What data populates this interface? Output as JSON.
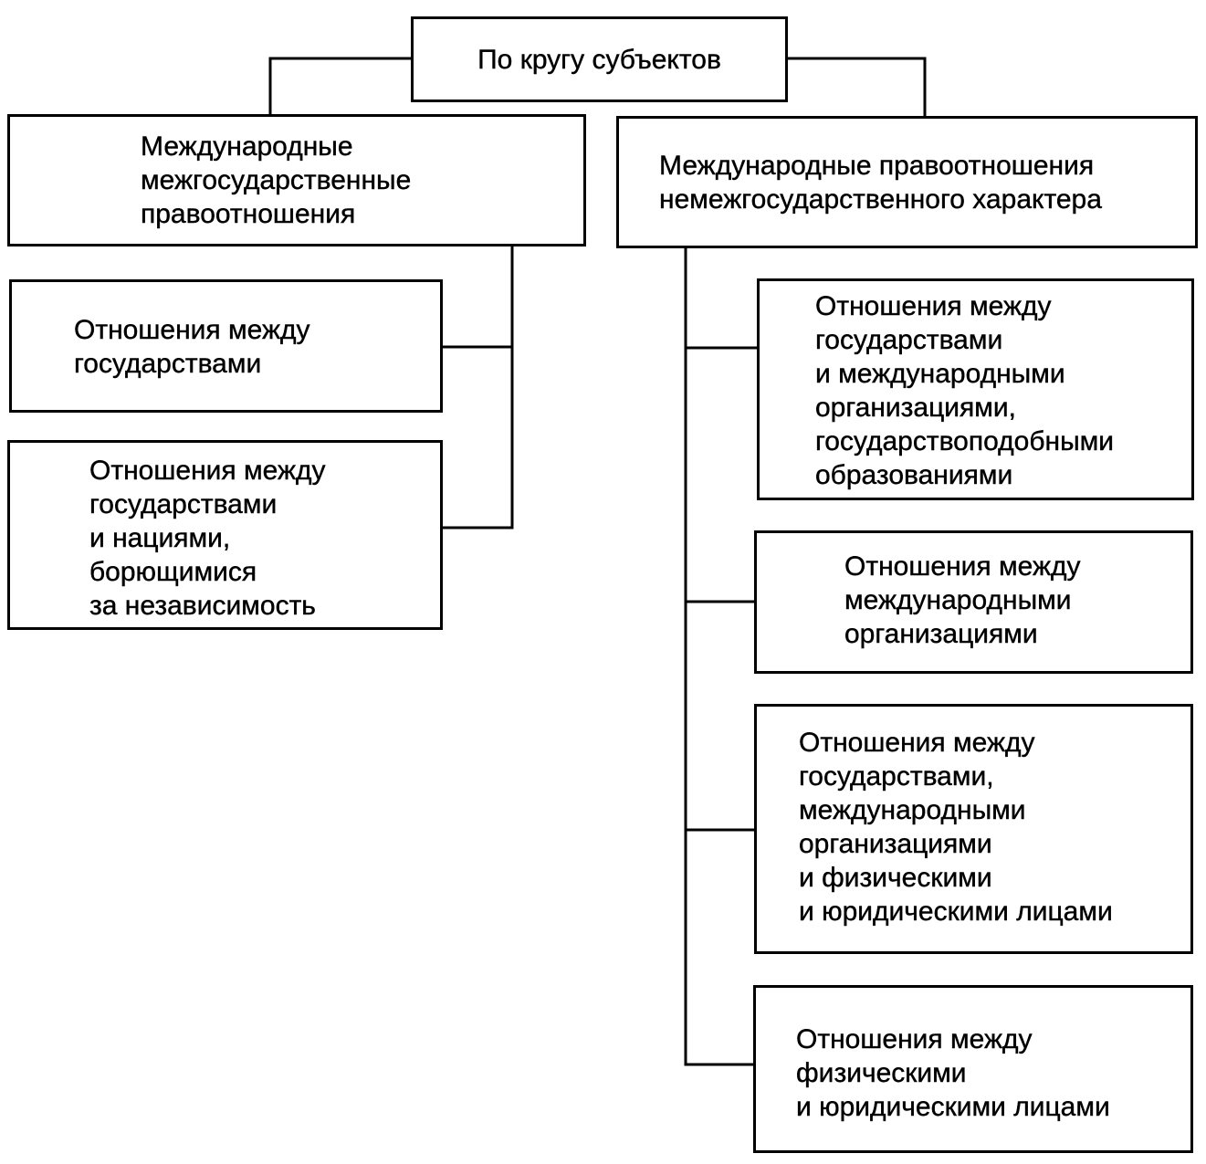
{
  "root": {
    "label": "По кругу субъектов"
  },
  "branches": [
    {
      "label": "Международные\nмежгосударственные\nправоотношения",
      "children": [
        {
          "label": "Отношения между\nгосударствами"
        },
        {
          "label": "Отношения между\nгосударствами\nи нациями,\nборющимися\nза независимость"
        }
      ]
    },
    {
      "label": "Международные правоотношения\nнемежгосударственного характера",
      "children": [
        {
          "label": "Отношения между\nгосударствами\nи международными\nорганизациями,\nгосударствоподобными\nобразованиями"
        },
        {
          "label": "Отношения между\nмеждународными\nорганизациями"
        },
        {
          "label": "Отношения между\nгосударствами,\nмеждународными\nорганизациями\nи физическими\nи юридическими лицами"
        },
        {
          "label": "Отношения между\nфизическими\nи юридическими лицами"
        }
      ]
    }
  ],
  "colors": {
    "line": "#000000",
    "background": "#ffffff"
  }
}
